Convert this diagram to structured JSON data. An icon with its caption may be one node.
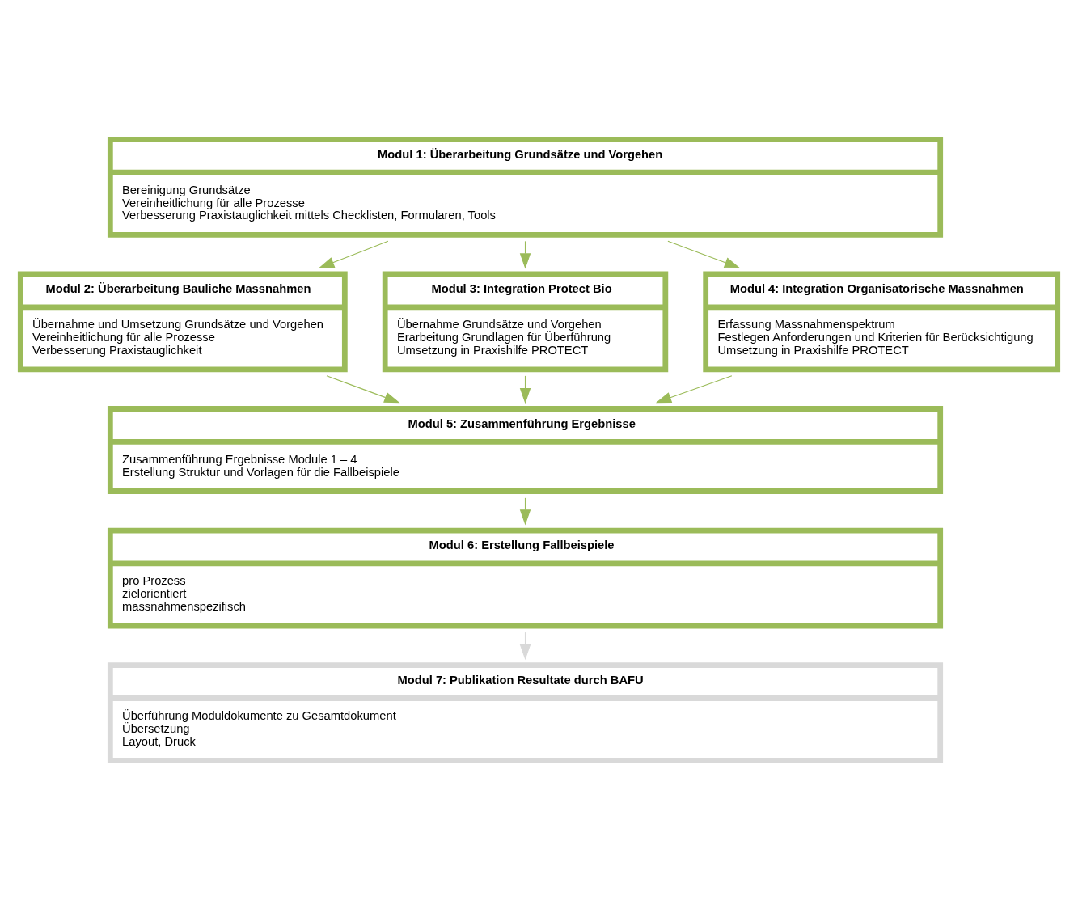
{
  "diagram": {
    "nodes": [
      {
        "text": [
          "Modul 1: Überarbeitung Grundsätze und Vorgehen",
          "Bereinigung Grundsätze",
          "Vereinheitlichung für alle Prozesse",
          "Verbesserung Praxistauglichkeit mittels Checklisten, Formularen, Tools"
        ]
      },
      {
        "text": [
          "Modul 2: Überarbeitung Bauliche Massnahmen",
          "Übernahme und Umsetzung Grundsätze und Vorgehen",
          "Vereinheitlichung für alle Prozesse",
          "Verbesserung Praxistauglichkeit"
        ]
      },
      {
        "text": [
          "Modul 3: Integration Protect Bio",
          "Übernahme Grundsätze und Vorgehen",
          "Erarbeitung Grundlagen für Überführung",
          "Umsetzung in Praxishilfe PROTECT"
        ]
      },
      {
        "text": [
          "Modul 4: Integration Organisatorische Massnahmen",
          "Erfassung Massnahmenspektrum",
          "Festlegen Anforderungen und Kriterien für Berücksichtigung",
          "Umsetzung in Praxishilfe PROTECT"
        ]
      },
      {
        "text": [
          "Modul 5: Zusammenführung Ergebnisse",
          "Zusammenführung Ergebnisse Module 1 – 4",
          "Erstellung Struktur und Vorlagen für die Fallbeispiele"
        ]
      },
      {
        "text": [
          "Modul 6: Erstellung Fallbeispiele",
          "pro Prozess",
          "zielorientiert",
          "massnahmenspezifisch"
        ]
      },
      {
        "text": [
          "Modul 7: Publikation Resultate durch BAFU",
          "Überführung Moduldokumente zu Gesamtdokument",
          "Übersetzung",
          "Layout, Druck"
        ]
      }
    ],
    "edges": [
      {
        "from": 0,
        "to": 1,
        "arrow": "to"
      },
      {
        "from": 0,
        "to": 2,
        "arrow": "to"
      },
      {
        "from": 0,
        "to": 3,
        "arrow": "to"
      },
      {
        "from": 1,
        "to": 4,
        "arrow": "to"
      },
      {
        "from": 2,
        "to": 4,
        "arrow": "to"
      },
      {
        "from": 3,
        "to": 4,
        "arrow": "to"
      },
      {
        "from": 4,
        "to": 5,
        "arrow": "to"
      },
      {
        "from": 5,
        "to": 6,
        "arrow": "to",
        "color": "#d9d9d9"
      }
    ]
  }
}
